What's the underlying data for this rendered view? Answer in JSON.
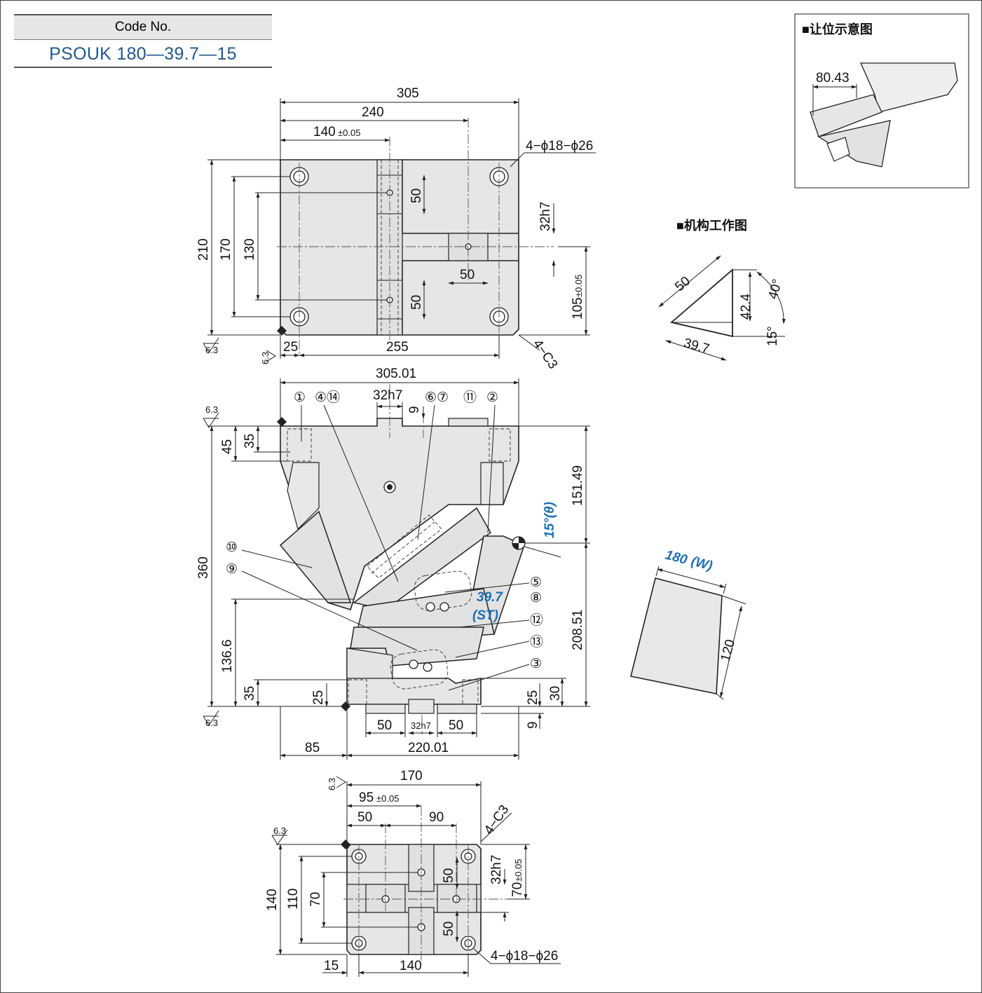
{
  "code": {
    "label": "Code No.",
    "value": "PSOUK 180—39.7—15"
  },
  "inset": {
    "title": "■让位示意图",
    "dim": "80.43"
  },
  "mechanism": {
    "title": "■机构工作图",
    "d50": "50",
    "d42": "42.4",
    "d39": "39.7",
    "a40": "40°",
    "a15": "15°"
  },
  "top_view": {
    "d305": "305",
    "d240": "240",
    "d140": "140",
    "tol05": "±0.05",
    "holes": "4−ϕ18−ϕ26",
    "d210": "210",
    "d170": "170",
    "d130": "130",
    "d50a": "50",
    "d50b": "50",
    "d50c": "50",
    "d32h7": "32h7",
    "d105": "105",
    "d25": "25",
    "d255": "255",
    "chamfer": "4−C3",
    "rough": "6.3"
  },
  "front_view": {
    "d30501": "305.01",
    "d32h7": "32h7",
    "d9": "9",
    "balloons": [
      "①",
      "④⑭",
      "⑥⑦",
      "⑪",
      "②",
      "⑩",
      "⑨",
      "⑤",
      "⑧",
      "⑫",
      "⑬",
      "③"
    ],
    "d45": "45",
    "d35": "35",
    "d360": "360",
    "d15149": "151.49",
    "angle": "15°(θ)",
    "st_val": "39.7",
    "st_lbl": "(ST)",
    "d20851": "208.51",
    "d1366": "136.6",
    "d35b": "35",
    "d25a": "25",
    "d25b": "25",
    "d30": "30",
    "d9b": "9",
    "d50a": "50",
    "d32h7b": "32h7",
    "d50b": "50",
    "d85": "85",
    "d22001": "220.01",
    "rough": "6.3"
  },
  "block": {
    "w": "180",
    "w_lbl": "(W)",
    "h": "120"
  },
  "bottom_view": {
    "d170": "170",
    "d95": "95",
    "tol05": "±0.05",
    "d50": "50",
    "d90": "90",
    "chamfer": "4−C3",
    "d140": "140",
    "d110": "110",
    "d70": "70",
    "d50a": "50",
    "d50b": "50",
    "d32h7": "32h7",
    "d70b": "70",
    "holes": "4−ϕ18−ϕ26",
    "d15": "15",
    "d140b": "140",
    "rough": "6.3"
  }
}
